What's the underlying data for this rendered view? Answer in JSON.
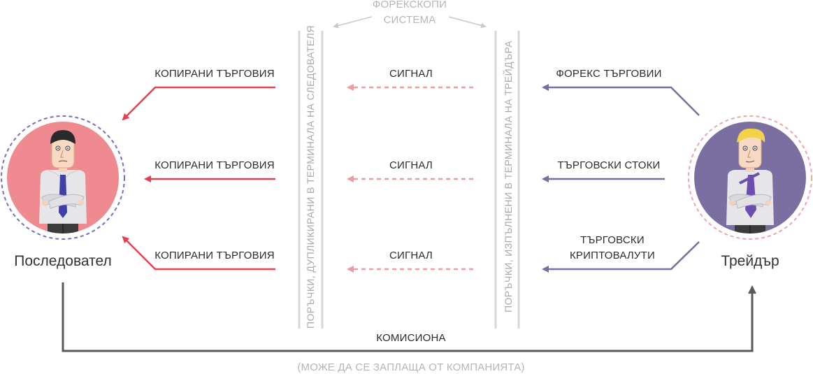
{
  "system": {
    "title_line1": "ФОРЕКСКОПИ",
    "title_line2": "СИСТЕМА"
  },
  "follower": {
    "name": "Последовател",
    "circle_color": "#ef8a90",
    "ring_color": "#7b6bc4"
  },
  "trader": {
    "name": "Трейдър",
    "circle_color": "#7b6ea0",
    "ring_color": "#f0a3a8"
  },
  "columns": {
    "follower_terminal": "ПОРЪЧКИ, ДУПЛИКИРАНИ В ТЕРМИНАЛА НА СЛЕДОВАТЕЛЯ",
    "trader_terminal": "ПОРЪЧКИ, ИЗПЪЛНЕНИ В ТЕРМИНАЛА НА ТРЕЙДЪРА"
  },
  "rows": [
    {
      "copied_label": "КОПИРАНИ ТЪРГОВИЯ",
      "signal_label": "СИГНАЛ",
      "source_line1": "ФОРЕКС ТЪРГОВИИ",
      "source_line2": ""
    },
    {
      "copied_label": "КОПИРАНИ ТЪРГОВИЯ",
      "signal_label": "СИГНАЛ",
      "source_line1": "ТЪРГОВСКИ СТОКИ",
      "source_line2": ""
    },
    {
      "copied_label": "КОПИРАНИ ТЪРГОВИЯ",
      "signal_label": "СИГНАЛ",
      "source_line1": "ТЪРГОВСКИ",
      "source_line2": "КРИПТОВАЛУТИ"
    }
  ],
  "commission": {
    "label": "КОМИСИОНА",
    "note": "(МОЖЕ ДА СЕ ЗАПЛАЩА ОТ КОМПАНИЯТА)"
  },
  "colors": {
    "copy_arrow": "#e4404f",
    "signal_arrow": "#f09aa0",
    "source_arrow": "#7a6ba0",
    "commission_arrow": "#5a5a5a",
    "column_lines": "#d7d7d7",
    "system_arrows": "#c8c8c8"
  }
}
